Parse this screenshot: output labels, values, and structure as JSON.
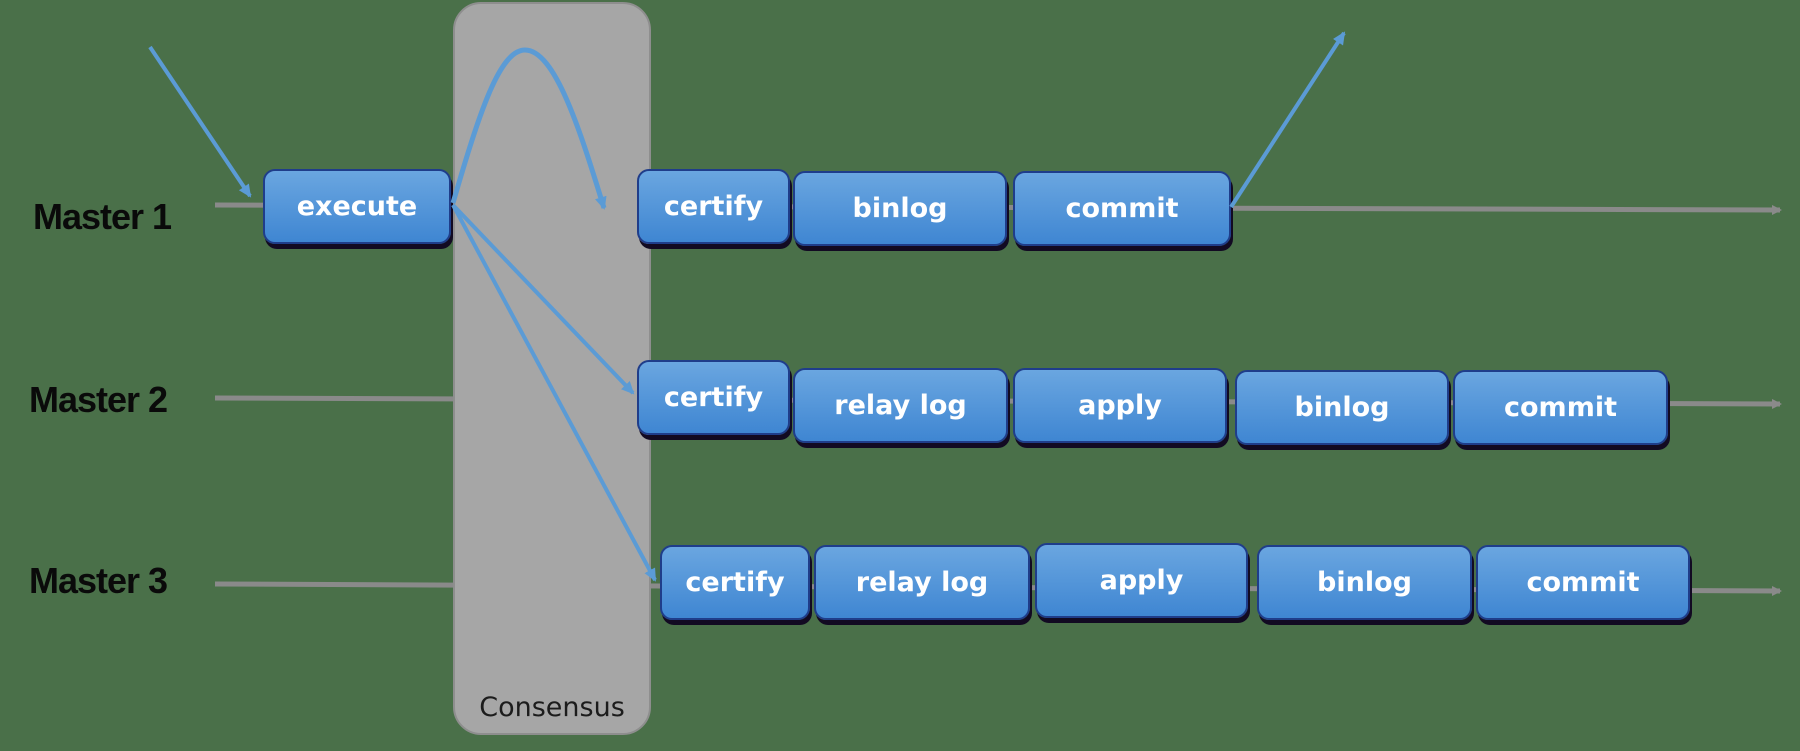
{
  "diagram": {
    "consensus_label": "Consensus",
    "colors": {
      "background": "#4a7049",
      "box": "#4a90d9",
      "arrow_blue": "#5b9bd5",
      "timeline": "#8a8a8a"
    },
    "masters": [
      {
        "label": "Master 1",
        "stages": [
          "execute",
          "certify",
          "binlog",
          "commit"
        ]
      },
      {
        "label": "Master 2",
        "stages": [
          "certify",
          "relay log",
          "apply",
          "binlog",
          "commit"
        ]
      },
      {
        "label": "Master 3",
        "stages": [
          "certify",
          "relay log",
          "apply",
          "binlog",
          "commit"
        ]
      }
    ]
  }
}
